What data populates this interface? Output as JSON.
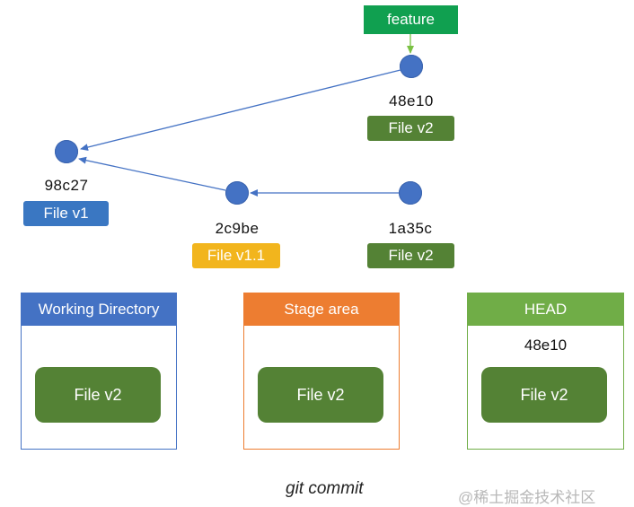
{
  "branch": {
    "label": "feature"
  },
  "commits": [
    {
      "id": "48e10",
      "file": "File v2"
    },
    {
      "id": "98c27",
      "file": "File v1"
    },
    {
      "id": "2c9be",
      "file": "File v1.1"
    },
    {
      "id": "1a35c",
      "file": "File v2"
    }
  ],
  "panels": {
    "working_directory": {
      "title": "Working Directory",
      "file": "File v2"
    },
    "stage_area": {
      "title": "Stage area",
      "file": "File v2"
    },
    "head": {
      "title": "HEAD",
      "hash": "48e10",
      "file": "File v2"
    }
  },
  "caption": "git commit",
  "watermark": "@稀土掘金技术社区",
  "colors": {
    "commit_node": "#4472c4",
    "branch": "#10a050",
    "file_v1": "#3a77c2",
    "file_v1_1": "#f2b51d",
    "file_v2": "#548235",
    "working_directory": "#4472c4",
    "stage_area": "#ed7d31",
    "head": "#70ad47"
  }
}
